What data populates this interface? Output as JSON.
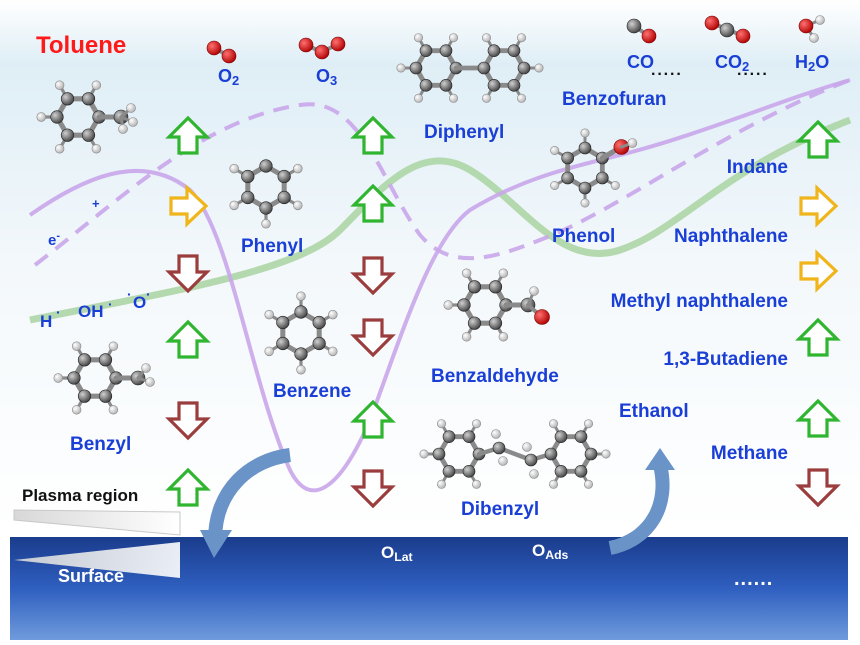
{
  "title": "Toluene",
  "oxidants": {
    "o2": "O",
    "o2_sub": "2",
    "o3": "O",
    "o3_sub": "3"
  },
  "gas_products": {
    "co": "CO",
    "co2": "CO",
    "co2_sub": "2",
    "h2o_h": "H",
    "h2o_sub": "2",
    "h2o_o": "O",
    "dots": "·····"
  },
  "species": {
    "electron": "e",
    "electron_sup": "-",
    "ion": "+",
    "h_radical": "H",
    "oh_radical": "OH",
    "o_radical": "O"
  },
  "intermediates": {
    "benzyl": "Benzyl",
    "phenyl": "Phenyl",
    "benzene": "Benzene",
    "diphenyl": "Diphenyl",
    "phenol": "Phenol",
    "benzaldehyde": "Benzaldehyde",
    "dibenzyl": "Dibenzyl",
    "benzofuran": "Benzofuran",
    "ethanol": "Ethanol"
  },
  "products": [
    {
      "label": "Indane",
      "trend": "up"
    },
    {
      "label": "Naphthalene",
      "trend": "flat"
    },
    {
      "label": "Methyl naphthalene",
      "trend": "flat"
    },
    {
      "label": "1,3-Butadiene",
      "trend": "up"
    },
    {
      "label": "Methane",
      "trend": "up"
    },
    {
      "label": "",
      "trend": "down"
    }
  ],
  "regions": {
    "plasma": "Plasma region",
    "surface": "Surface",
    "o_lat": "O",
    "o_lat_sub": "Lat",
    "o_ads": "O",
    "o_ads_sub": "Ads",
    "surface_dots": "......"
  },
  "colors": {
    "up_arrow": "#2fb52f",
    "down_arrow": "#9b3d3d",
    "flat_arrow": "#f0b51a",
    "label_blue": "#1a3fd6",
    "title_red": "#ff1a1a",
    "surface": "#1f4aa8",
    "green_wave": "#a9d4a1",
    "purple_wave": "#c9a6ea"
  }
}
